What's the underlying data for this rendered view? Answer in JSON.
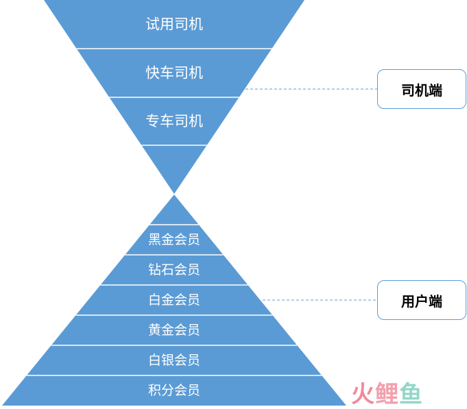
{
  "top_funnel": {
    "segments": [
      "试用司机",
      "快车司机",
      "专车司机",
      ""
    ]
  },
  "bottom_pyramid": {
    "segments": [
      "",
      "黑金会员",
      "钻石会员",
      "白金会员",
      "黄金会员",
      "白银会员",
      "积分会员"
    ]
  },
  "callouts": {
    "driver": "司机端",
    "user": "用户端"
  },
  "watermark": {
    "char1": "火",
    "char2": "鲤",
    "char3": "鱼"
  },
  "colors": {
    "fill": "#5b9bd5",
    "divider": "#ffffff",
    "connector": "#5b9bd5"
  }
}
